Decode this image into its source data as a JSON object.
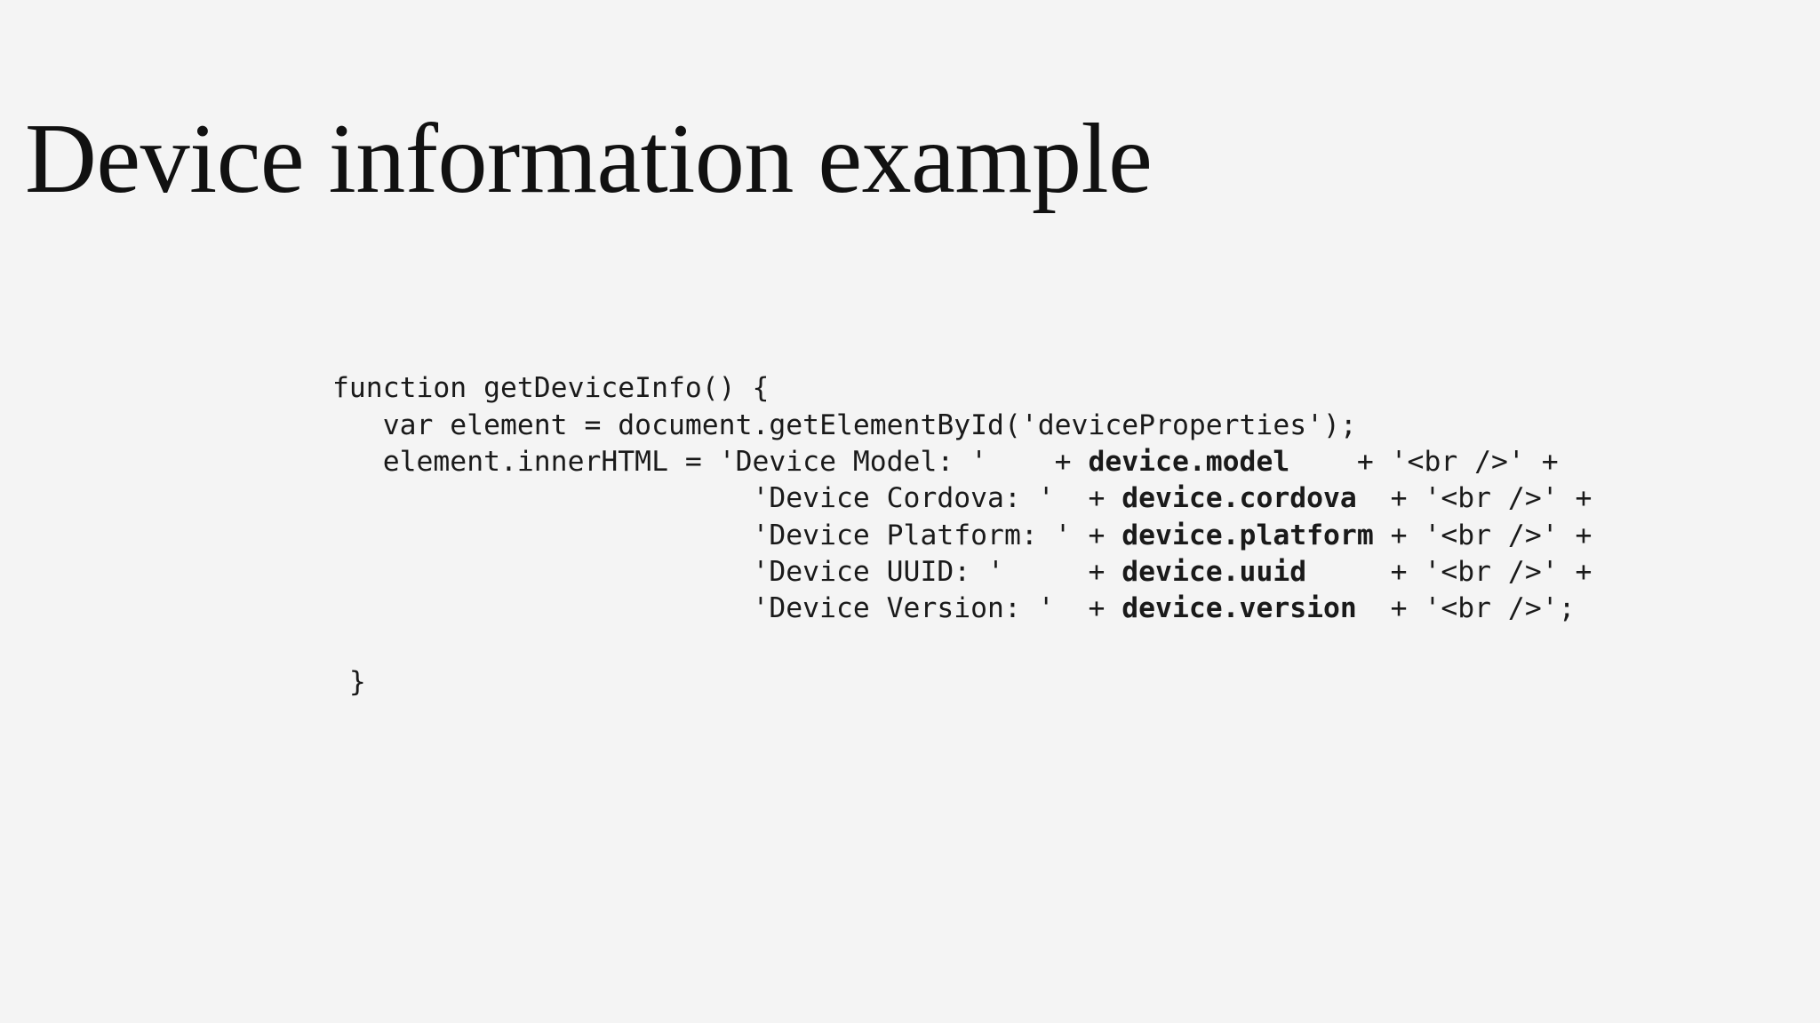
{
  "slide": {
    "title": "Device information example",
    "background_color": "#f4f4f4",
    "text_color": "#111111"
  },
  "code": {
    "language": "javascript",
    "lines": [
      {
        "id": "line-1",
        "segments": [
          {
            "text": "function getDeviceInfo() {",
            "bold": false
          }
        ]
      },
      {
        "id": "line-2",
        "segments": [
          {
            "text": "   var element = document.getElementById('deviceProperties');",
            "bold": false
          }
        ]
      },
      {
        "id": "line-3",
        "segments": [
          {
            "text": "   element.innerHTML = 'Device Model: '    + ",
            "bold": false
          },
          {
            "text": "device.model",
            "bold": true
          },
          {
            "text": "    + '<br />' +",
            "bold": false
          }
        ]
      },
      {
        "id": "line-4",
        "segments": [
          {
            "text": "                         'Device Cordova: '  + ",
            "bold": false
          },
          {
            "text": "device.cordova",
            "bold": true
          },
          {
            "text": "  + '<br />' +",
            "bold": false
          }
        ]
      },
      {
        "id": "line-5",
        "segments": [
          {
            "text": "                         'Device Platform: ' + ",
            "bold": false
          },
          {
            "text": "device.platform",
            "bold": true
          },
          {
            "text": " + '<br />' +",
            "bold": false
          }
        ]
      },
      {
        "id": "line-6",
        "segments": [
          {
            "text": "                         'Device UUID: '     + ",
            "bold": false
          },
          {
            "text": "device.uuid",
            "bold": true
          },
          {
            "text": "     + '<br />' +",
            "bold": false
          }
        ]
      },
      {
        "id": "line-7",
        "segments": [
          {
            "text": "                         'Device Version: '  + ",
            "bold": false
          },
          {
            "text": "device.version",
            "bold": true
          },
          {
            "text": "  + '<br />';",
            "bold": false
          }
        ]
      },
      {
        "id": "line-8-spacer",
        "segments": []
      },
      {
        "id": "line-9",
        "segments": [
          {
            "text": " }",
            "bold": false
          }
        ]
      }
    ]
  }
}
